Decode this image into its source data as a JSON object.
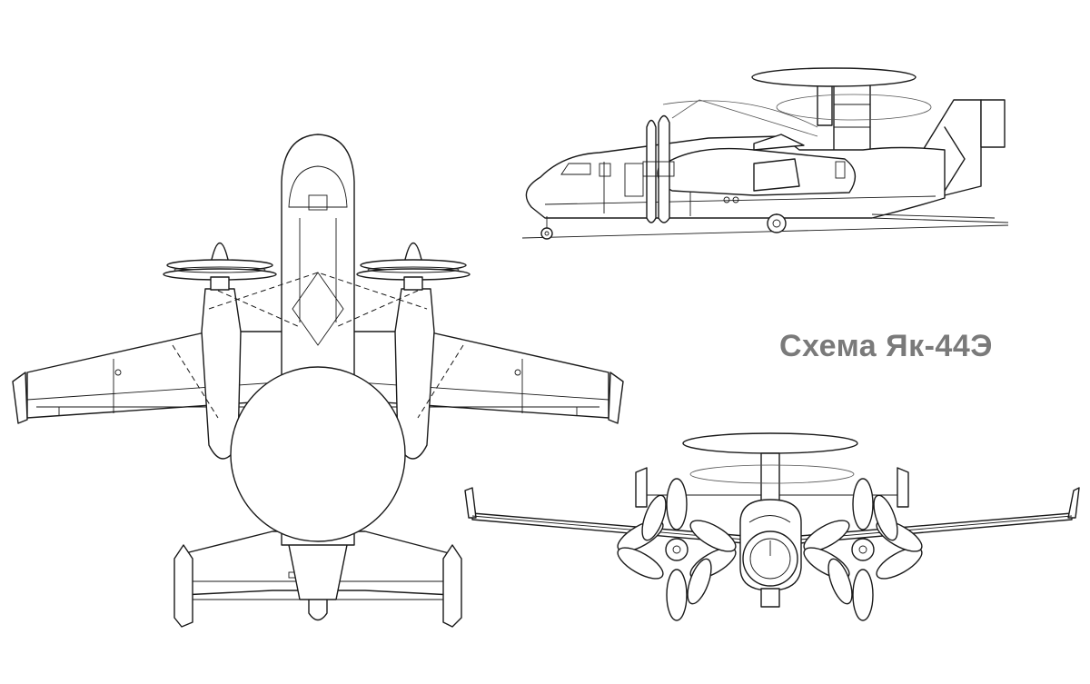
{
  "title": "Схема Як-44Э",
  "colors": {
    "line": "#1a1a1a",
    "title": "#7a7a7a",
    "background": "#ffffff"
  },
  "views": [
    {
      "id": "top-view"
    },
    {
      "id": "side-view"
    },
    {
      "id": "front-view"
    }
  ]
}
